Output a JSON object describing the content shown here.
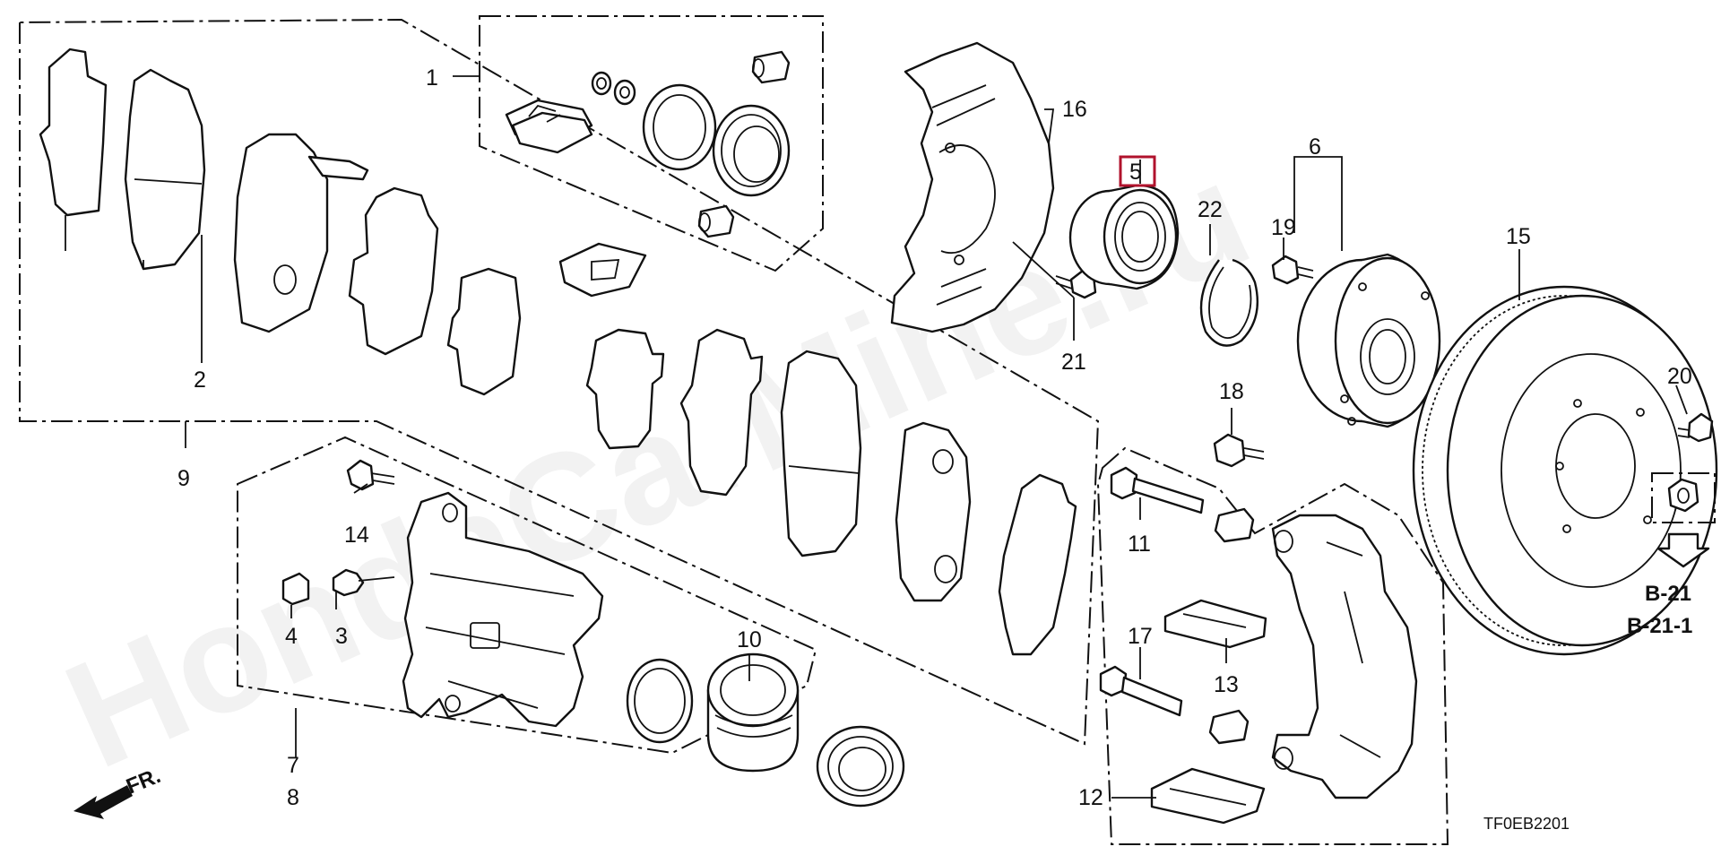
{
  "diagram": {
    "code": "TF0EB2201",
    "watermark": "HondaCarMine.ru",
    "direction_label": "FR.",
    "references": [
      "B-21",
      "B-21-1"
    ],
    "highlighted_callout": "5",
    "highlight_color": "#b0122c",
    "callouts": {
      "c1": "1",
      "c2": "2",
      "c3": "3",
      "c4": "4",
      "c5": "5",
      "c6": "6",
      "c7": "7",
      "c8": "8",
      "c9": "9",
      "c10": "10",
      "c11": "11",
      "c12": "12",
      "c13": "13",
      "c14": "14",
      "c15": "15",
      "c16": "16",
      "c17": "17",
      "c18": "18",
      "c19": "19",
      "c20": "20",
      "c21": "21",
      "c22": "22"
    }
  }
}
